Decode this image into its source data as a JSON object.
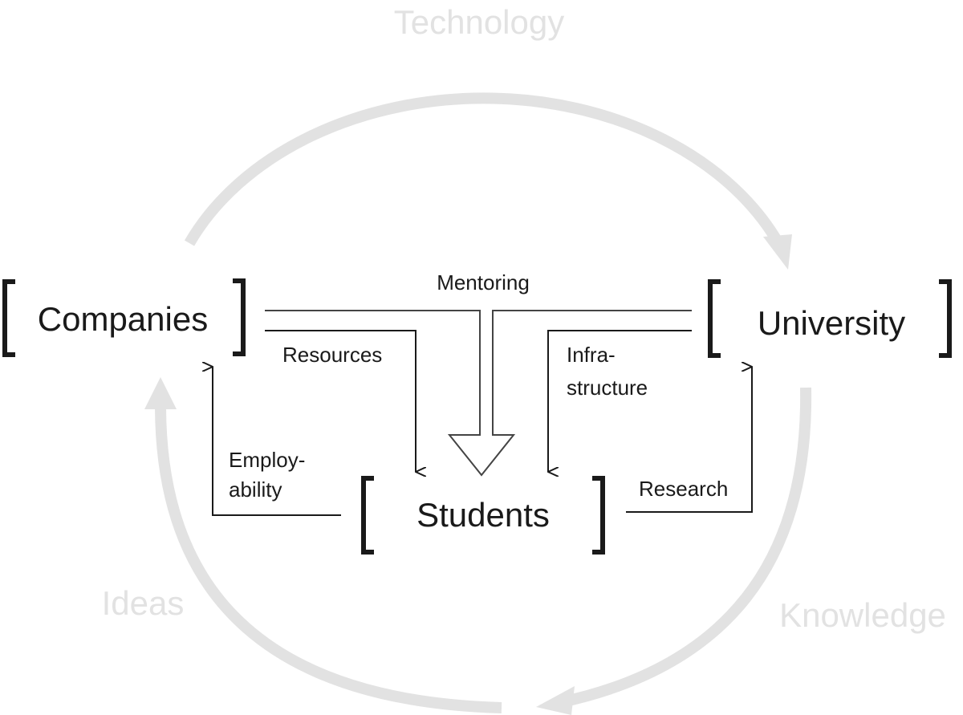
{
  "nodes": {
    "companies": "Companies",
    "university": "University",
    "students": "Students"
  },
  "cycle_labels": {
    "technology": "Technology",
    "ideas": "Ideas",
    "knowledge": "Knowledge"
  },
  "flows": {
    "mentoring": "Mentoring",
    "resources": "Resources",
    "infrastructure": [
      "Infra-",
      "structure"
    ],
    "employability": [
      "Employ-",
      "ability"
    ],
    "research": "Research"
  },
  "colors": {
    "cycle": "#e2e2e2",
    "ink": "#1a1a1a",
    "line": "#444444"
  }
}
